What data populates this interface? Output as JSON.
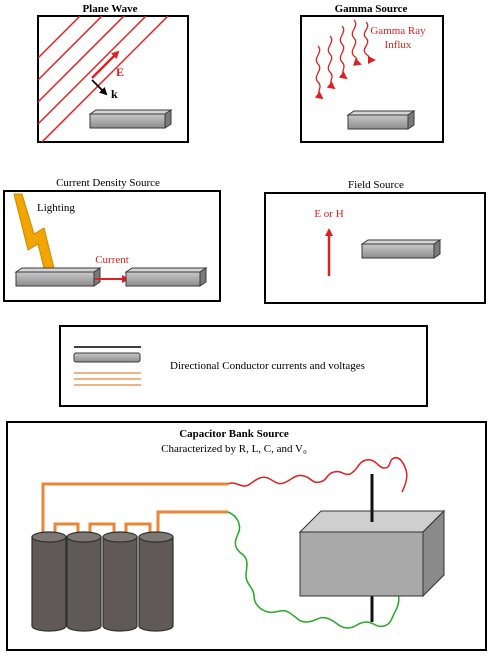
{
  "plane_wave": {
    "title": "Plane Wave",
    "e_label": "E",
    "k_label": "k"
  },
  "gamma_source": {
    "title": "Gamma Source",
    "influx_line1": "Gamma Ray",
    "influx_line2": "Influx"
  },
  "current_density_source": {
    "title": "Current Density Source",
    "lighting_label": "Lighting",
    "current_label": "Current"
  },
  "field_source": {
    "title": "Field Source",
    "field_label": "E or H"
  },
  "legend": {
    "description": "Directional Conductor currents and voltages"
  },
  "capacitor_bank": {
    "title": "Capacitor Bank Source",
    "subtitle": "Characterized by R, L, C, and V₀"
  },
  "colors": {
    "red": "#e02020",
    "orange": "#e8873a",
    "green": "#22aa22",
    "conductor_gray": "#a6a6a6",
    "capacitor_dark": "#5f5a58",
    "box_gray": "#a9a9a9",
    "lightning": "#f0a500"
  },
  "icons": [
    "lightning-bolt-icon",
    "arrow-icon"
  ]
}
